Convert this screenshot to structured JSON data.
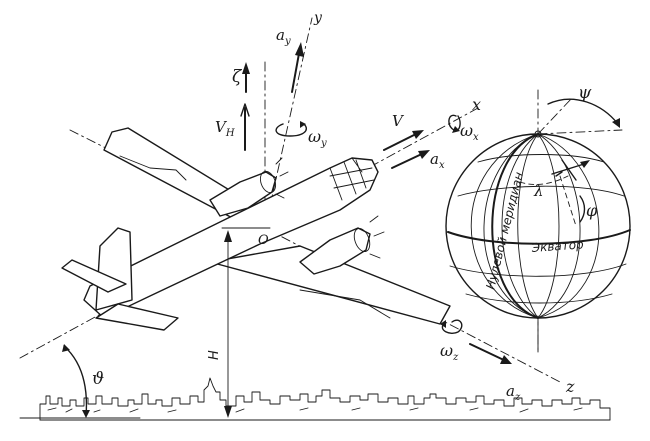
{
  "labels": {
    "ay": "a",
    "ay_sub": "y",
    "y": "y",
    "zeta": "ζ",
    "vh": "V",
    "vh_sub": "H",
    "omega_y": "ω",
    "omega_y_sub": "y",
    "o": "O",
    "v": "V",
    "omega_x": "ω",
    "omega_x_sub": "x",
    "x": "x",
    "ax": "a",
    "ax_sub": "x",
    "h": "H",
    "theta": "ϑ",
    "omega_z": "ω",
    "omega_z_sub": "z",
    "az": "a",
    "az_sub": "z",
    "z": "z",
    "psi": "ψ",
    "lambda": "λ",
    "phi": "φ",
    "zero_meridian": "Нулевой меридиан",
    "equator": "Экватор"
  }
}
